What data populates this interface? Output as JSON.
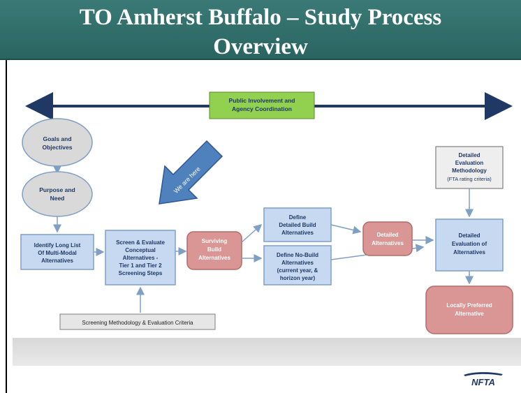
{
  "slide": {
    "title_line1": "TO Amherst Buffalo – Study Process",
    "title_line2": "Overview"
  },
  "diagram": {
    "banner": [
      "Public Involvement and",
      "Agency Coordination"
    ],
    "goals": [
      "Goals and",
      "Objectives"
    ],
    "purpose": [
      "Purpose and",
      "Need"
    ],
    "long_list": [
      "Identify Long List",
      "Of Multi-Modal",
      "Alternatives"
    ],
    "screen": [
      "Screen & Evaluate",
      "Conceptual",
      "Alternatives -",
      "Tier 1 and Tier 2",
      "Screening Steps"
    ],
    "surviving": [
      "Surviving",
      "Build",
      "Alternatives"
    ],
    "define_build": [
      "Define",
      "Detailed Build",
      "Alternatives"
    ],
    "define_nobuild": [
      "Define No-Build",
      "Alternatives",
      "(current year, &",
      "horizon year)"
    ],
    "detailed_alts": [
      "Detailed",
      "Alternatives"
    ],
    "methodology": [
      "Detailed",
      "Evaluation",
      "Methodology",
      "(FTA rating criteria)"
    ],
    "detailed_eval": [
      "Detailed",
      "Evaluation of",
      "Alternatives"
    ],
    "lpa": [
      "Locally Preferred",
      "Alternative"
    ],
    "screening_criteria": "Screening Methodology & Evaluation Criteria",
    "we_are_here": "We are here"
  },
  "logo": {
    "text": "NFTA"
  },
  "colors": {
    "title_bg": "#2f6e6b",
    "blue_box": "#c6d9f1",
    "red_box": "#d99694",
    "grey_oval": "#d9d9d9",
    "green_banner": "#92d050",
    "arrow_blue": "#4f81bd",
    "axis_line": "#1f3864"
  }
}
